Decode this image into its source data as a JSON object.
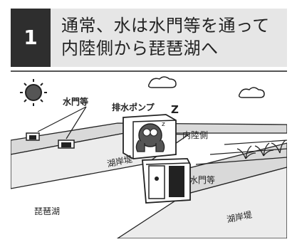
{
  "header": {
    "step_number": "1",
    "title_line1": "通常、水は水門等を通って",
    "title_line2": "内陸側から琵琶湖へ"
  },
  "labels": {
    "gate_upper": "水門等",
    "pump": "排水ポンプ",
    "sleep": "Z",
    "inland": "内陸側",
    "embankment_left": "湖岸堤",
    "gate_lower": "水門等",
    "lake": "琵琶湖",
    "embankment_right": "湖岸堤"
  },
  "colors": {
    "header_bg": "#e6e6e6",
    "number_bg": "#2e2e2e",
    "road": "#d9d9d9",
    "ink": "#222222"
  }
}
